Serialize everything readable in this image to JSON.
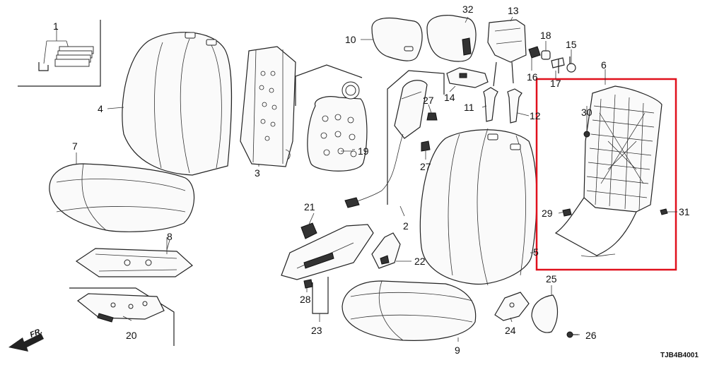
{
  "diagram": {
    "callouts": [
      {
        "id": "c1",
        "text": "1"
      },
      {
        "id": "c2",
        "text": "2"
      },
      {
        "id": "c3",
        "text": "3"
      },
      {
        "id": "c4",
        "text": "4"
      },
      {
        "id": "c5",
        "text": "5"
      },
      {
        "id": "c6",
        "text": "6"
      },
      {
        "id": "c7",
        "text": "7"
      },
      {
        "id": "c8",
        "text": "8"
      },
      {
        "id": "c9",
        "text": "9"
      },
      {
        "id": "c10",
        "text": "10"
      },
      {
        "id": "c11",
        "text": "11"
      },
      {
        "id": "c12",
        "text": "12"
      },
      {
        "id": "c13",
        "text": "13"
      },
      {
        "id": "c14",
        "text": "14"
      },
      {
        "id": "c15",
        "text": "15"
      },
      {
        "id": "c16",
        "text": "16"
      },
      {
        "id": "c17",
        "text": "17"
      },
      {
        "id": "c18",
        "text": "18"
      },
      {
        "id": "c19",
        "text": "19"
      },
      {
        "id": "c20",
        "text": "20"
      },
      {
        "id": "c21",
        "text": "21"
      },
      {
        "id": "c22",
        "text": "22"
      },
      {
        "id": "c23",
        "text": "23"
      },
      {
        "id": "c24",
        "text": "24"
      },
      {
        "id": "c25",
        "text": "25"
      },
      {
        "id": "c26",
        "text": "26"
      },
      {
        "id": "c27a",
        "text": "27"
      },
      {
        "id": "c27b",
        "text": "27"
      },
      {
        "id": "c28",
        "text": "28"
      },
      {
        "id": "c29",
        "text": "29"
      },
      {
        "id": "c30",
        "text": "30"
      },
      {
        "id": "c31",
        "text": "31"
      },
      {
        "id": "c32",
        "text": "32"
      }
    ],
    "front_indicator": "FR.",
    "diagram_code": "TJB4B4001",
    "highlight_color": "#e0101c"
  }
}
